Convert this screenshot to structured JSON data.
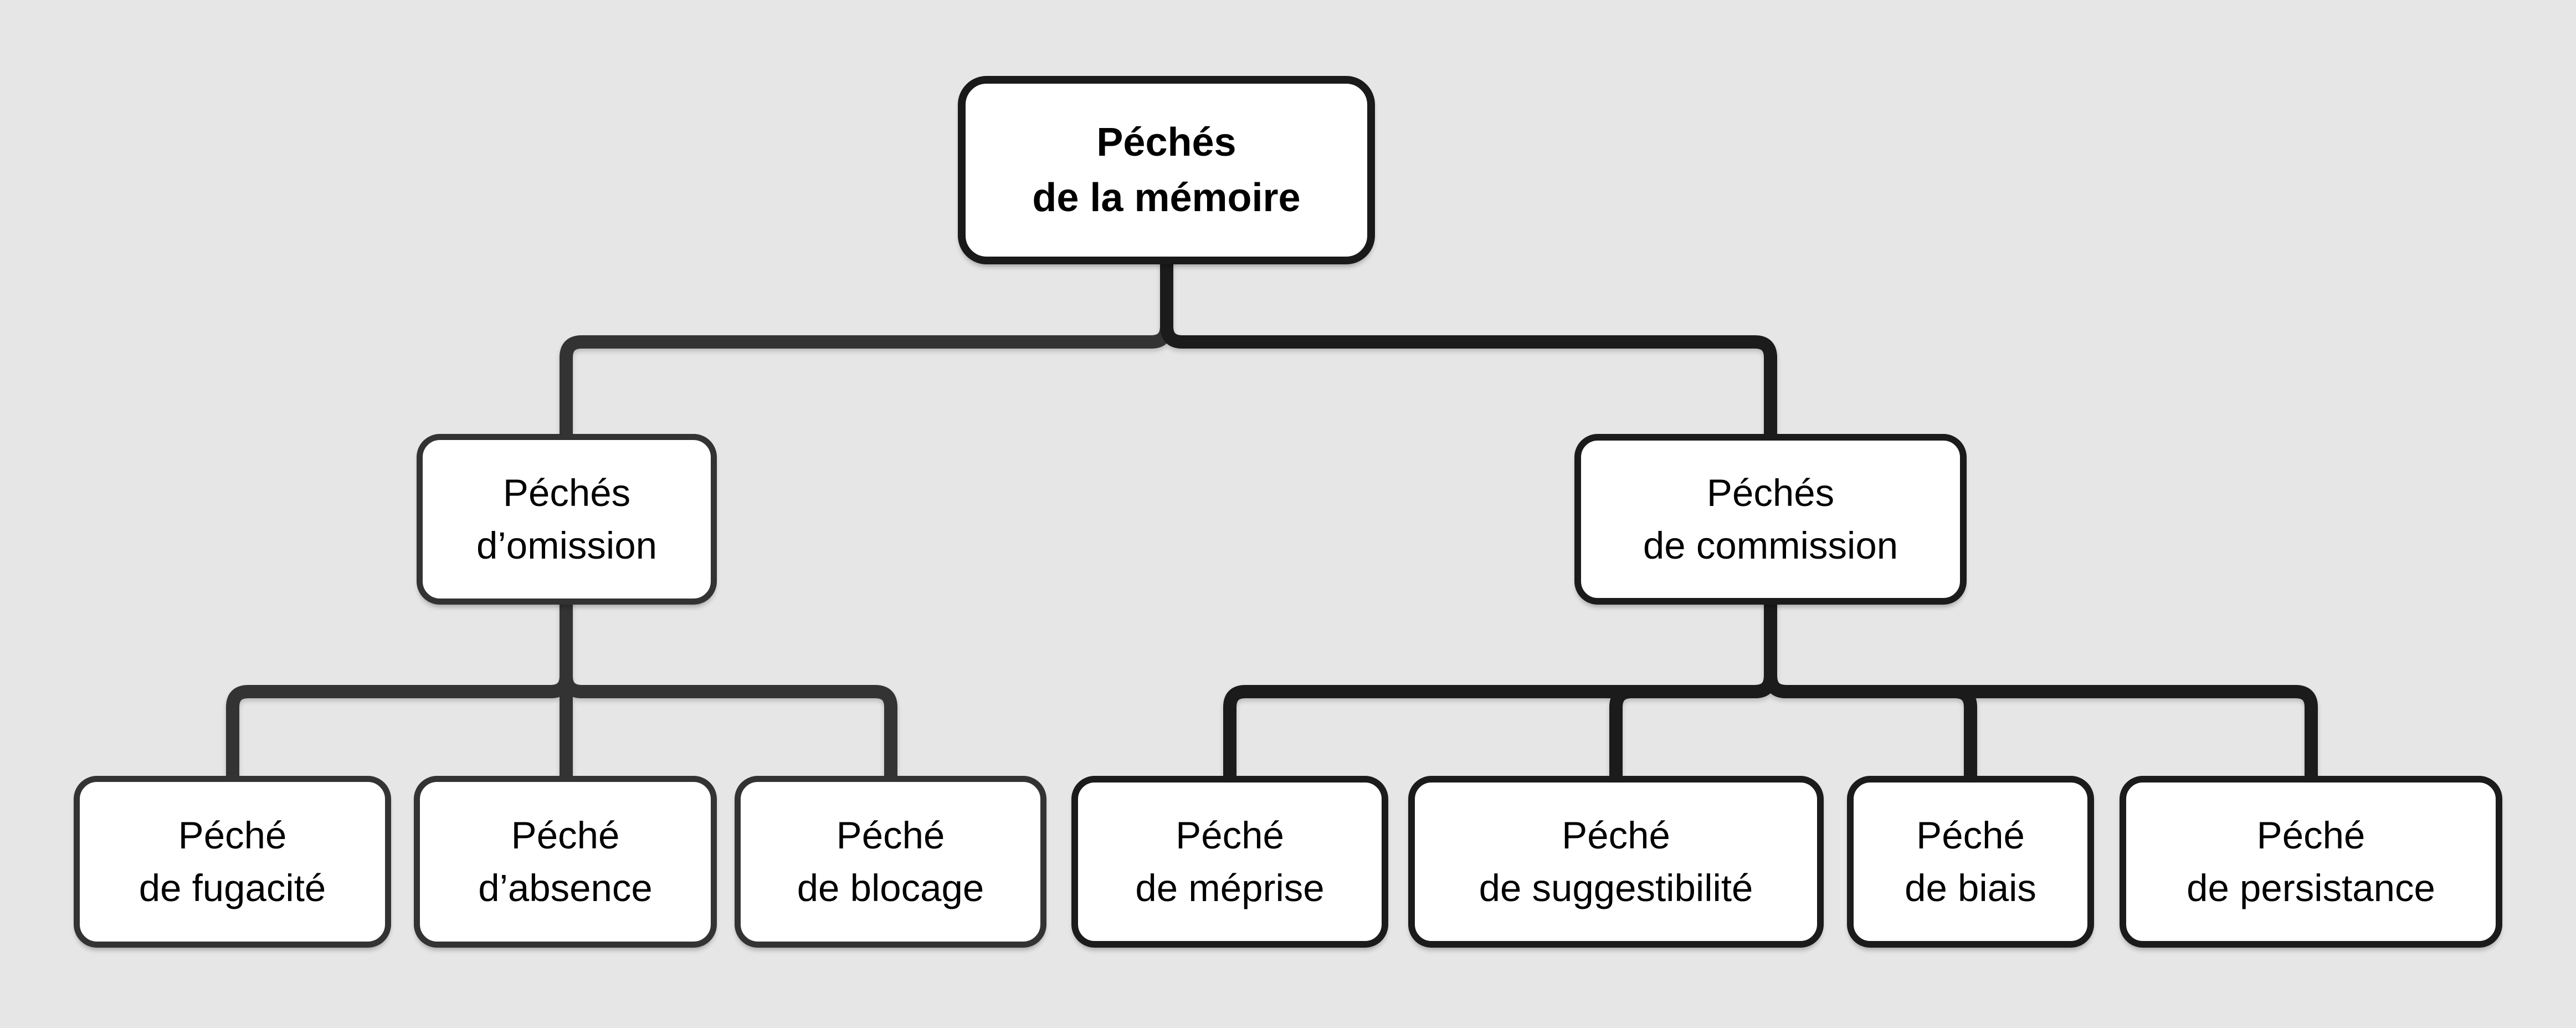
{
  "colors": {
    "background": "#e6e6e6",
    "box_fill": "#ffffff",
    "root_border": "#1a1a1a",
    "branch_left": "#333333",
    "branch_right": "#1b1b1b",
    "text": "#000000"
  },
  "diagram": {
    "type": "tree",
    "root": {
      "id": "peches-de-la-memoire",
      "line1": "Péchés",
      "line2": "de la mémoire",
      "children": [
        {
          "id": "peches-d-omission",
          "line1": "Péchés",
          "line2": "d’omission",
          "children": [
            {
              "id": "peche-de-fugacite",
              "line1": "Péché",
              "line2": "de fugacité"
            },
            {
              "id": "peche-d-absence",
              "line1": "Péché",
              "line2": "d’absence"
            },
            {
              "id": "peche-de-blocage",
              "line1": "Péché",
              "line2": "de blocage"
            }
          ]
        },
        {
          "id": "peches-de-commission",
          "line1": "Péchés",
          "line2": "de commission",
          "children": [
            {
              "id": "peche-de-meprise",
              "line1": "Péché",
              "line2": "de méprise"
            },
            {
              "id": "peche-de-suggestibilite",
              "line1": "Péché",
              "line2": "de suggestibilité"
            },
            {
              "id": "peche-de-biais",
              "line1": "Péché",
              "line2": "de biais"
            },
            {
              "id": "peche-de-persistance",
              "line1": "Péché",
              "line2": "de persistance"
            }
          ]
        }
      ]
    }
  }
}
